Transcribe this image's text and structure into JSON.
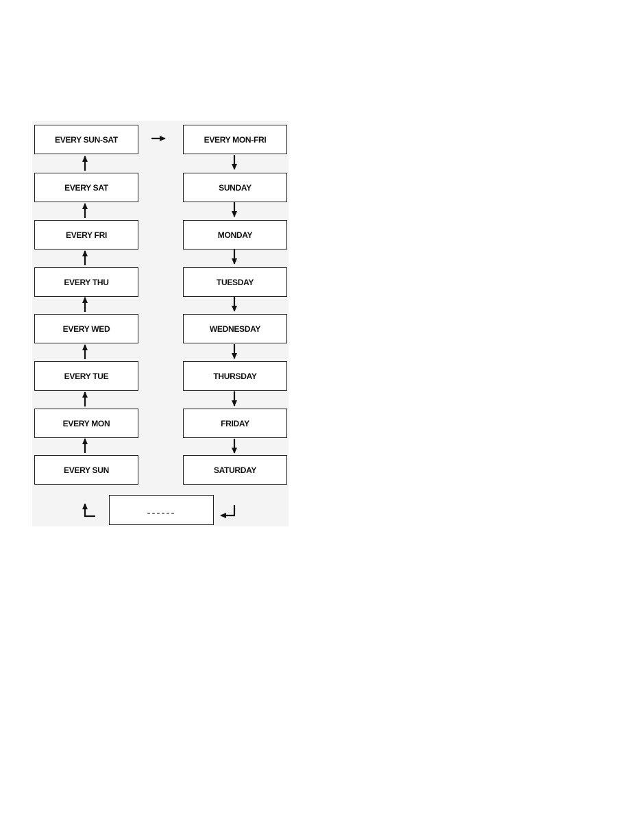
{
  "left_column": [
    "EVERY SUN-SAT",
    "EVERY SAT",
    "EVERY FRI",
    "EVERY THU",
    "EVERY WED",
    "EVERY TUE",
    "EVERY MON",
    "EVERY SUN"
  ],
  "right_column": [
    "EVERY MON-FRI",
    "SUNDAY",
    "MONDAY",
    "TUESDAY",
    "WEDNESDAY",
    "THURSDAY",
    "FRIDAY",
    "SATURDAY"
  ],
  "blank_display": "------",
  "colors": {
    "box_border": "#222222",
    "arrow": "#111111",
    "panel_background": "#f4f4f4"
  }
}
